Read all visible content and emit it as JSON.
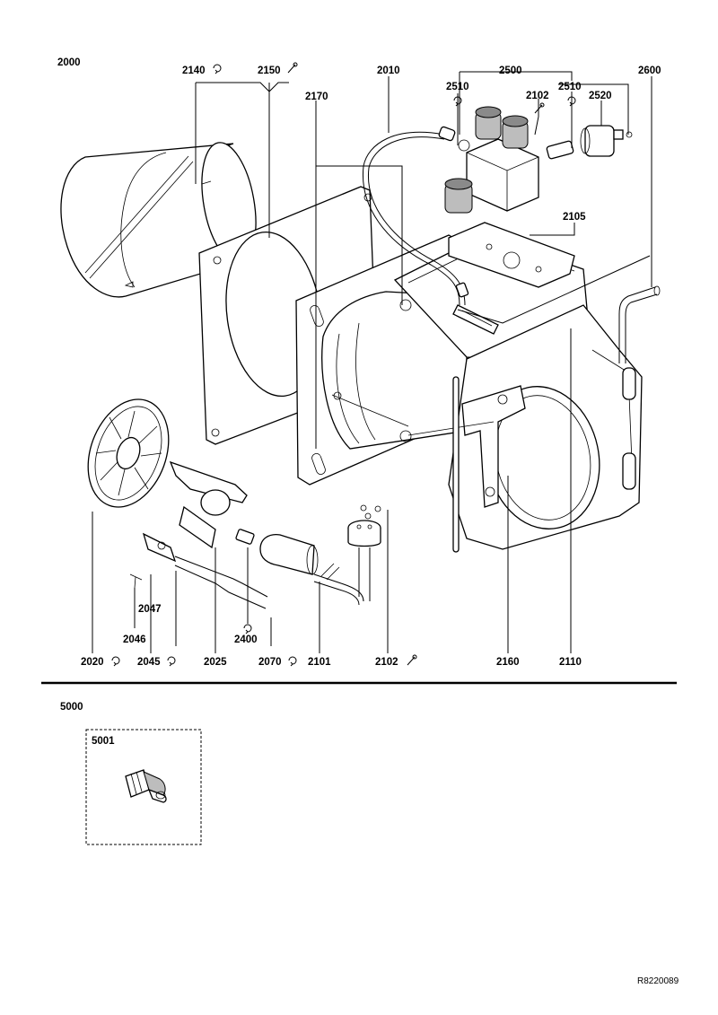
{
  "assembly_number": "2000",
  "kit_number": "5000",
  "drawing_reference": "R8220089",
  "icons": {
    "rotate": "rotate-arrow-icon",
    "wrench": "wrench-icon"
  },
  "callouts": [
    {
      "id": "2140",
      "icon": "rotate-arrow-icon"
    },
    {
      "id": "2150",
      "icon": "wrench-icon"
    },
    {
      "id": "2170",
      "icon": ""
    },
    {
      "id": "2010",
      "icon": ""
    },
    {
      "id": "2500",
      "icon": ""
    },
    {
      "id": "2510",
      "icon": "rotate-arrow-icon"
    },
    {
      "id": "2102",
      "icon": "wrench-icon"
    },
    {
      "id": "2510",
      "icon": "rotate-arrow-icon"
    },
    {
      "id": "2520",
      "icon": ""
    },
    {
      "id": "2600",
      "icon": ""
    },
    {
      "id": "2105",
      "icon": ""
    },
    {
      "id": "2047",
      "icon": ""
    },
    {
      "id": "2046",
      "icon": ""
    },
    {
      "id": "2400",
      "icon": "rotate-arrow-icon"
    },
    {
      "id": "2020",
      "icon": "rotate-arrow-icon"
    },
    {
      "id": "2045",
      "icon": "rotate-arrow-icon"
    },
    {
      "id": "2025",
      "icon": ""
    },
    {
      "id": "2070",
      "icon": "rotate-arrow-icon"
    },
    {
      "id": "2101",
      "icon": ""
    },
    {
      "id": "2102",
      "icon": "wrench-icon"
    },
    {
      "id": "2160",
      "icon": ""
    },
    {
      "id": "2110",
      "icon": ""
    },
    {
      "id": "5001",
      "icon": ""
    }
  ]
}
